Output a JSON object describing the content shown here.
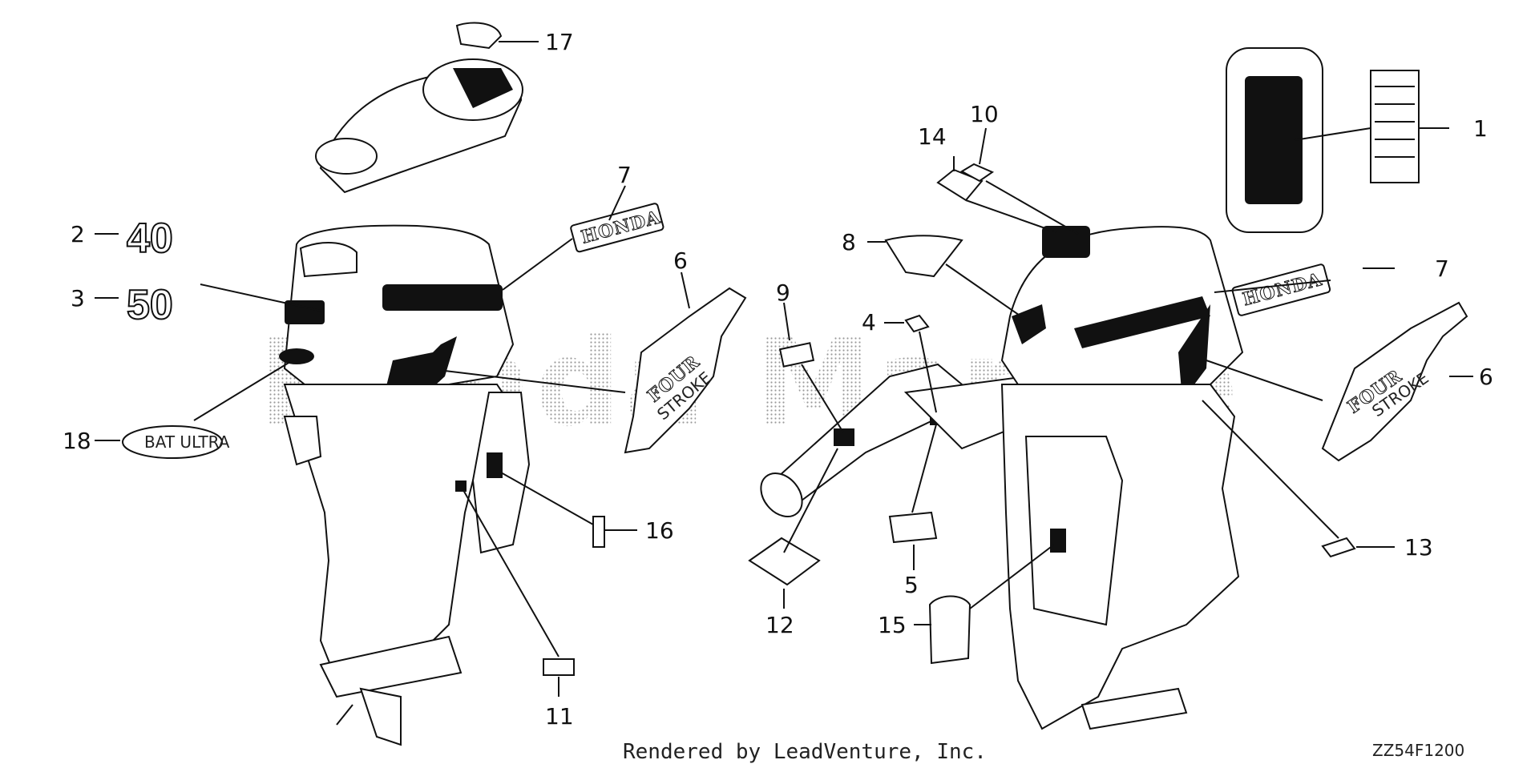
{
  "diagram": {
    "watermark": "Honda Marine",
    "footer": "Rendered by LeadVenture, Inc.",
    "code": "ZZ54F1200",
    "callouts": {
      "c1": "1",
      "c2": "2",
      "c3": "3",
      "c4": "4",
      "c5": "5",
      "c6a": "6",
      "c6b": "6",
      "c7a": "7",
      "c7b": "7",
      "c8": "8",
      "c9": "9",
      "c10": "10",
      "c11": "11",
      "c12": "12",
      "c13": "13",
      "c14": "14",
      "c15": "15",
      "c16": "16",
      "c17": "17",
      "c18": "18"
    },
    "emblems": {
      "model_40": "40",
      "model_50": "50",
      "honda_left": "HONDA",
      "honda_right": "HONDA",
      "four_left": "FOUR",
      "four_right": "FOUR",
      "stroke_left": "STROKE",
      "stroke_right": "STROKE",
      "bf_text": "BAT ULTRA"
    }
  }
}
